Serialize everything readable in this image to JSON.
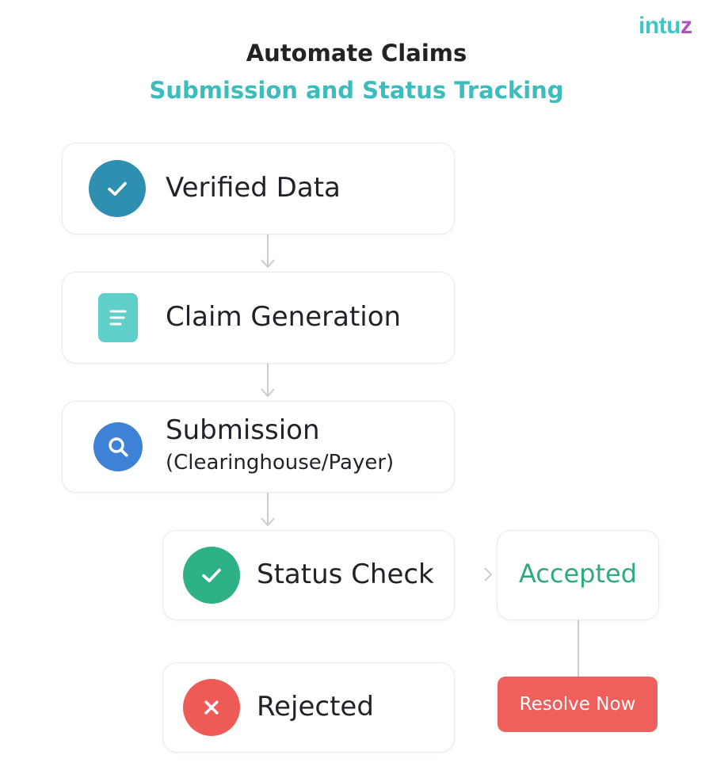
{
  "brand": {
    "logo_main": "intu",
    "logo_accent": "z"
  },
  "title": {
    "line1": "Automate Claims",
    "line2": "Submission and Status Tracking"
  },
  "steps": [
    {
      "label": "Verified Data",
      "icon": "check-circle-icon",
      "color": "#2e8fb0"
    },
    {
      "label": "Claim Generation",
      "icon": "document-icon",
      "color": "#5fcfc9"
    },
    {
      "label": "Submission",
      "sublabel": "(Clearinghouse/Payer)",
      "icon": "search-icon",
      "color": "#3d82d4"
    },
    {
      "label": "Status Check",
      "icon": "check-circle-icon",
      "color": "#2fb187"
    },
    {
      "label": "Rejected",
      "icon": "x-circle-icon",
      "color": "#ee5a55"
    }
  ],
  "outcomes": {
    "accepted": "Accepted",
    "accepted_color": "#2fa97d"
  },
  "action": {
    "resolve_label": "Resolve Now",
    "color": "#ef5f5b"
  }
}
